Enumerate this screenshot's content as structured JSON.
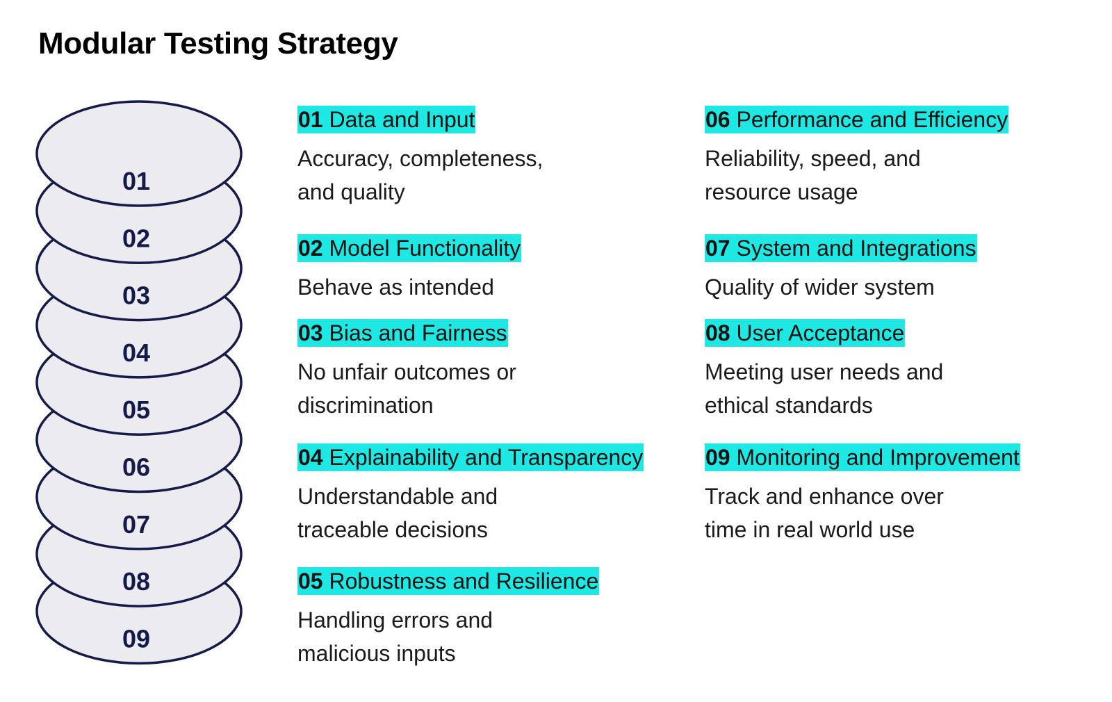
{
  "title": "Modular Testing Strategy",
  "colors": {
    "highlight": "#1ee8e4",
    "disc_fill": "#ececf0",
    "disc_stroke": "#141a4a",
    "disc_text": "#141a4a"
  },
  "stack": {
    "layers": [
      "01",
      "02",
      "03",
      "04",
      "05",
      "06",
      "07",
      "08",
      "09"
    ]
  },
  "items": [
    {
      "number": "01",
      "heading": "Data and Input",
      "description": "Accuracy, completeness,\nand quality"
    },
    {
      "number": "02",
      "heading": "Model Functionality",
      "description": "Behave as intended"
    },
    {
      "number": "03",
      "heading": "Bias and Fairness",
      "description": "No unfair outcomes or\ndiscrimination"
    },
    {
      "number": "04",
      "heading": "Explainability and Transparency",
      "description": "Understandable and\ntraceable decisions"
    },
    {
      "number": "05",
      "heading": "Robustness and Resilience",
      "description": "Handling errors and\nmalicious inputs"
    },
    {
      "number": "06",
      "heading": "Performance and Efficiency",
      "description": "Reliability, speed, and\nresource usage"
    },
    {
      "number": "07",
      "heading": "System and Integrations",
      "description": "Quality of wider system"
    },
    {
      "number": "08",
      "heading": "User Acceptance",
      "description": "Meeting user needs and\nethical standards"
    },
    {
      "number": "09",
      "heading": "Monitoring and Improvement",
      "description": "Track and enhance over\ntime in real world use"
    }
  ]
}
